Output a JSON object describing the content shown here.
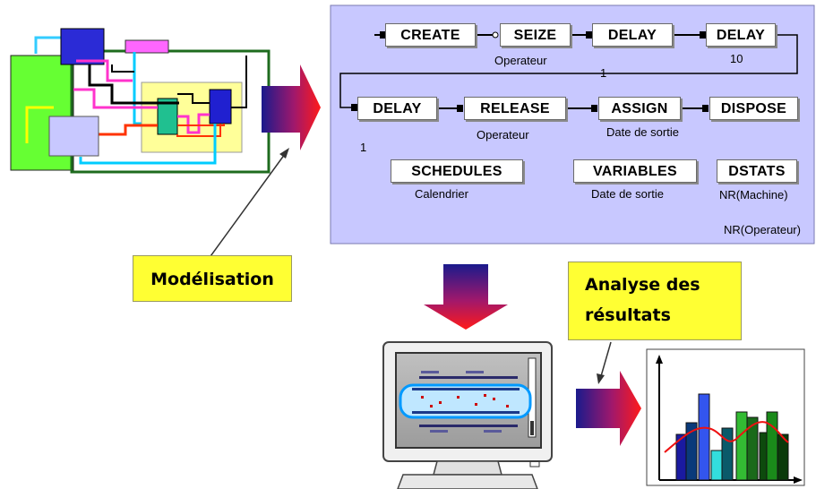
{
  "blocks": {
    "create": "CREATE",
    "seize": "SEIZE",
    "delay1": "DELAY",
    "delay2": "DELAY",
    "delay3": "DELAY",
    "release": "RELEASE",
    "assign": "ASSIGN",
    "dispose": "DISPOSE",
    "schedules": "SCHEDULES",
    "variables": "VARIABLES",
    "dstats": "DSTATS"
  },
  "labels": {
    "seize_sub": "Operateur",
    "delay2_sub": "10",
    "delay2_extra": "1",
    "delay3_sub": "1",
    "release_sub": "Operateur",
    "assign_sub": "Date de sortie",
    "schedules_sub": "Calendrier",
    "variables_sub": "Date de sortie",
    "dstats_sub1": "NR(Machine)",
    "dstats_sub2": "NR(Operateur)"
  },
  "notes": {
    "modelisation": "Modélisation",
    "analyse_line1": "Analyse des",
    "analyse_line2": "résultats"
  },
  "colors": {
    "panel_bg": "#c8c8ff",
    "arrow_start": "#1a1a8c",
    "arrow_end": "#ff1a1a",
    "note_bg": "#ffff33"
  }
}
